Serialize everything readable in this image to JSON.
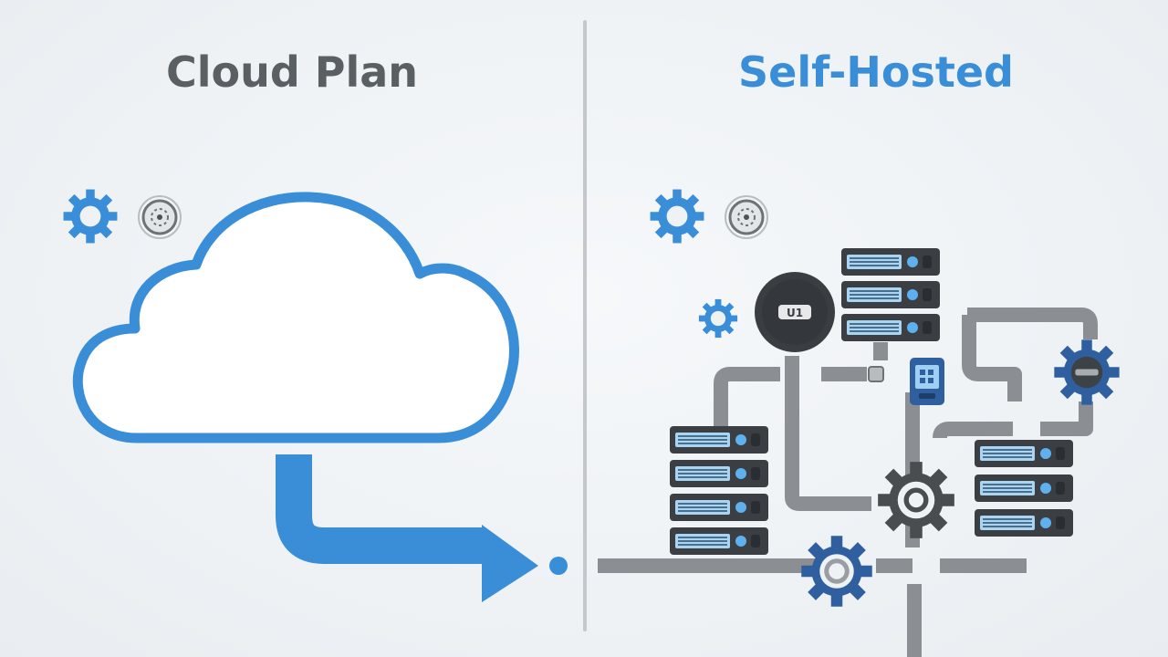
{
  "panels": {
    "left": {
      "title": "Cloud Plan"
    },
    "right": {
      "title": "Self-Hosted"
    }
  },
  "badge_text": "U1",
  "colors": {
    "background": "#eef2f5",
    "left_title": "#5a5f64",
    "right_title": "#3a8ed8",
    "accent_blue": "#3a8ed8",
    "gear_dark_blue": "#2f5f9e",
    "server_dark": "#3b3f44",
    "pipe_gray": "#8b8f93",
    "gear_gray": "#4a4d50"
  },
  "icons": {
    "left": [
      "gear-icon",
      "hub-coin-icon",
      "cloud-icon",
      "arrow-right-icon"
    ],
    "right": [
      "gear-icon",
      "hub-coin-icon",
      "server-rack-icon",
      "pipe-network-icon",
      "chip-icon"
    ]
  }
}
